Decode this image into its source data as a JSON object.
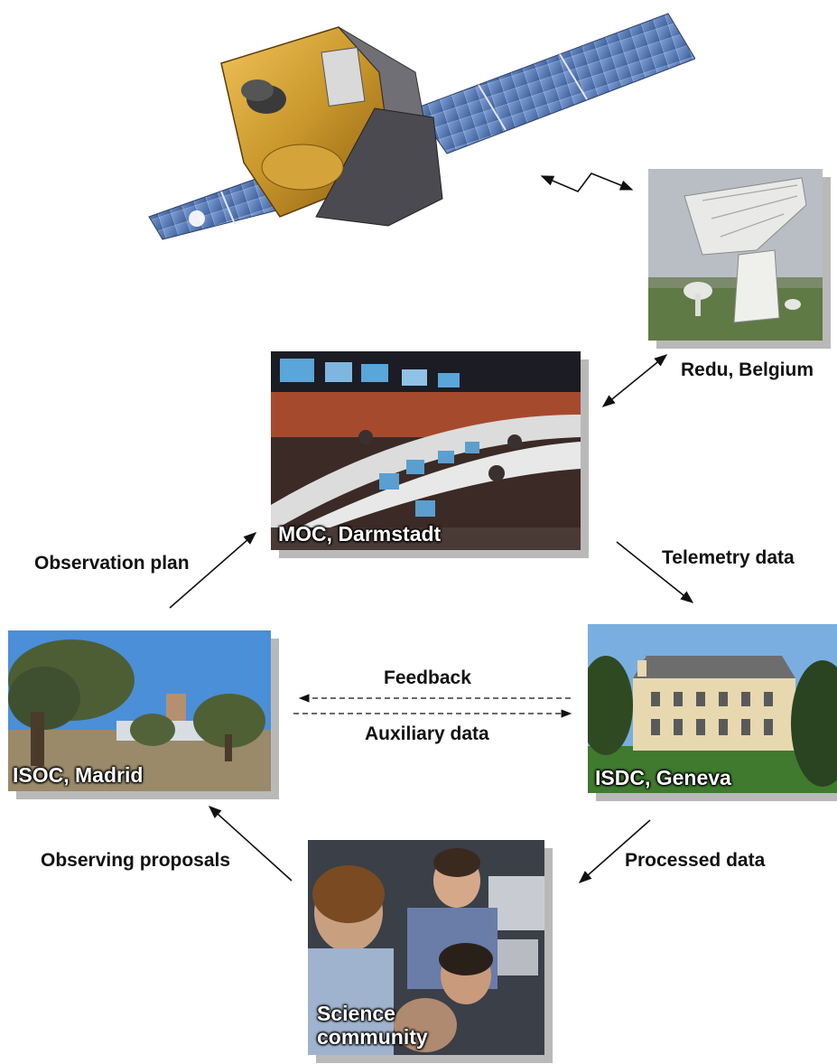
{
  "locations": {
    "redu": "Redu, Belgium",
    "moc": "MOC, Darmstadt",
    "isoc": "ISOC, Madrid",
    "isdc": "ISDC, Geneva",
    "science_line1": "Science",
    "science_line2": "community"
  },
  "flows": {
    "observation_plan": "Observation plan",
    "telemetry_data": "Telemetry data",
    "feedback": "Feedback",
    "auxiliary_data": "Auxiliary data",
    "observing_proposals": "Observing proposals",
    "processed_data": "Processed data"
  },
  "colors": {
    "arrow": "#111111",
    "shadow": "#b9b9b9",
    "solar_panel": "#4a6fa8",
    "spacecraft_gold": "#c8962a"
  }
}
